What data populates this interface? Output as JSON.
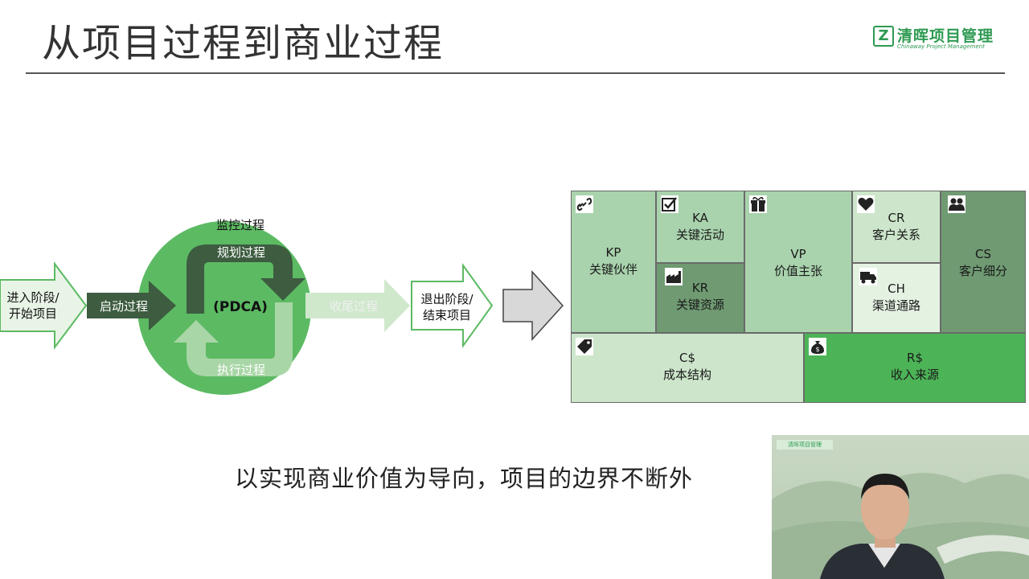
{
  "slide": {
    "title": "从项目过程到商业过程",
    "caption": "以实现商业价值为导向，项目的边界不断外"
  },
  "logo": {
    "name_cn": "清晖项目管理",
    "name_en": "Chinaway Project Management",
    "mark": "Z"
  },
  "process": {
    "enter_label_1": "进入阶段/",
    "enter_label_2": "开始项目",
    "initiate_label": "启动过程",
    "monitor_label": "监控过程",
    "plan_label": "规划过程",
    "cycle_label": "(PDCA)",
    "execute_label": "执行过程",
    "close_label": "收尾过程",
    "exit_label_1": "退出阶段/",
    "exit_label_2": "结束项目"
  },
  "canvas": {
    "kp": {
      "code": "KP",
      "name": "关键伙伴",
      "icon": "link-icon"
    },
    "ka": {
      "code": "KA",
      "name": "关键活动",
      "icon": "checkbox-icon"
    },
    "kr": {
      "code": "KR",
      "name": "关键资源",
      "icon": "factory-icon"
    },
    "vp": {
      "code": "VP",
      "name": "价值主张",
      "icon": "gift-icon"
    },
    "cr": {
      "code": "CR",
      "name": "客户关系",
      "icon": "heart-icon"
    },
    "ch": {
      "code": "CH",
      "name": "渠道通路",
      "icon": "truck-icon"
    },
    "cs": {
      "code": "CS",
      "name": "客户细分",
      "icon": "people-icon"
    },
    "cost": {
      "code": "C$",
      "name": "成本结构",
      "icon": "tag-icon"
    },
    "rev": {
      "code": "R$",
      "name": "收入来源",
      "icon": "moneybag-icon"
    }
  },
  "webcam": {
    "badge": "清晖项目管理"
  },
  "colors": {
    "green_main": "#5cba63",
    "green_dark": "#3d6b42",
    "green_light": "#cfe8cc",
    "canvas_kp": "#a9d3ad",
    "canvas_ka": "#a9d3ad",
    "canvas_kr": "#6f9a72",
    "canvas_vp": "#a9d3ad",
    "canvas_cr": "#cde6cb",
    "canvas_ch": "#e4f2e2",
    "canvas_cs": "#6f9a72",
    "canvas_cost": "#cde6cb",
    "canvas_rev": "#4cb457"
  }
}
